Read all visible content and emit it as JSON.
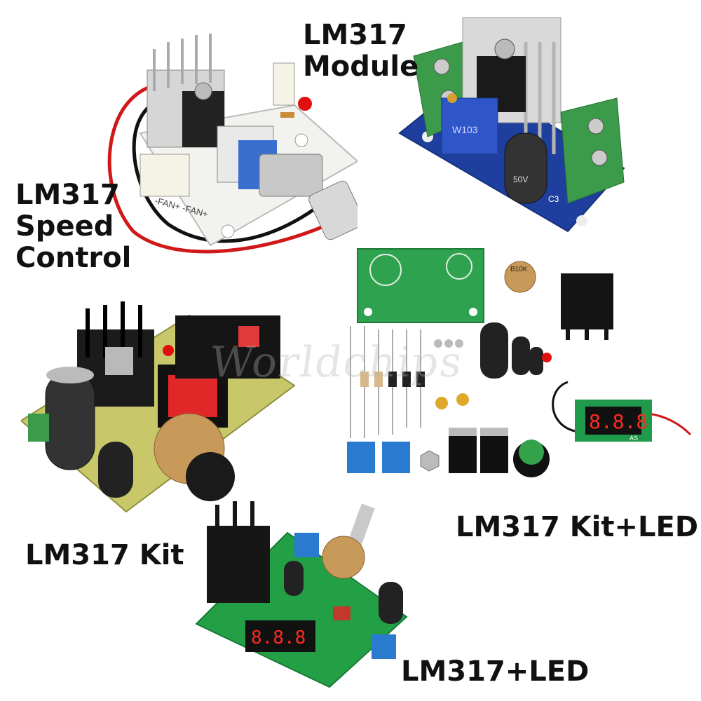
{
  "labels": {
    "module": [
      "LM317",
      "Module"
    ],
    "speed_control": [
      "LM317",
      "Speed",
      "Control"
    ],
    "kit": "LM317 Kit",
    "kit_led": "LM317 Kit+LED",
    "led": "LM317+LED"
  },
  "watermark": "Worldchips",
  "parts": {
    "pot_marking": "B10K",
    "trimmer_marking": "W103",
    "cap_marking": "50V",
    "meter_reading": "8.8.8",
    "meter_tag": "AS",
    "fan_text": "-FAN+ -FAN+",
    "c3": "C3"
  },
  "colors": {
    "blue_pcb": "#1f3f9e",
    "green_pcb": "#2f9a48",
    "yellow_pcb": "#c8c86a",
    "terminal_green": "#3c9b4a",
    "terminal_blue": "#2a7ad0",
    "red_led": "#e01010",
    "seven_seg": "#ff2a1e"
  }
}
